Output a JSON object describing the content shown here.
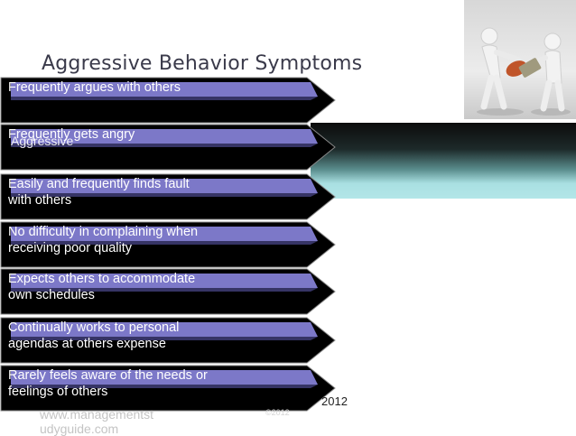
{
  "slide": {
    "title": "Aggressive Behavior  Symptoms",
    "overlay_text": "Aggressive",
    "items": [
      "Frequently argues with others",
      "Frequently gets angry",
      "Easily and frequently finds fault\nwith others",
      "No difficulty in complaining when\nreceiving poor quality",
      "Expects others to accommodate\nown schedules",
      "Continually works to personal\nagendas at others expense",
      "Rarely feels aware of the needs or\nfeelings of others"
    ],
    "footer_url": "www.managementst\nudyguide.com",
    "footer_year": "2012",
    "footer_mark": "©2012"
  },
  "colors": {
    "card_fill": "#000000",
    "arrow_fill": "#7c78c8",
    "text": "#ffffff"
  }
}
